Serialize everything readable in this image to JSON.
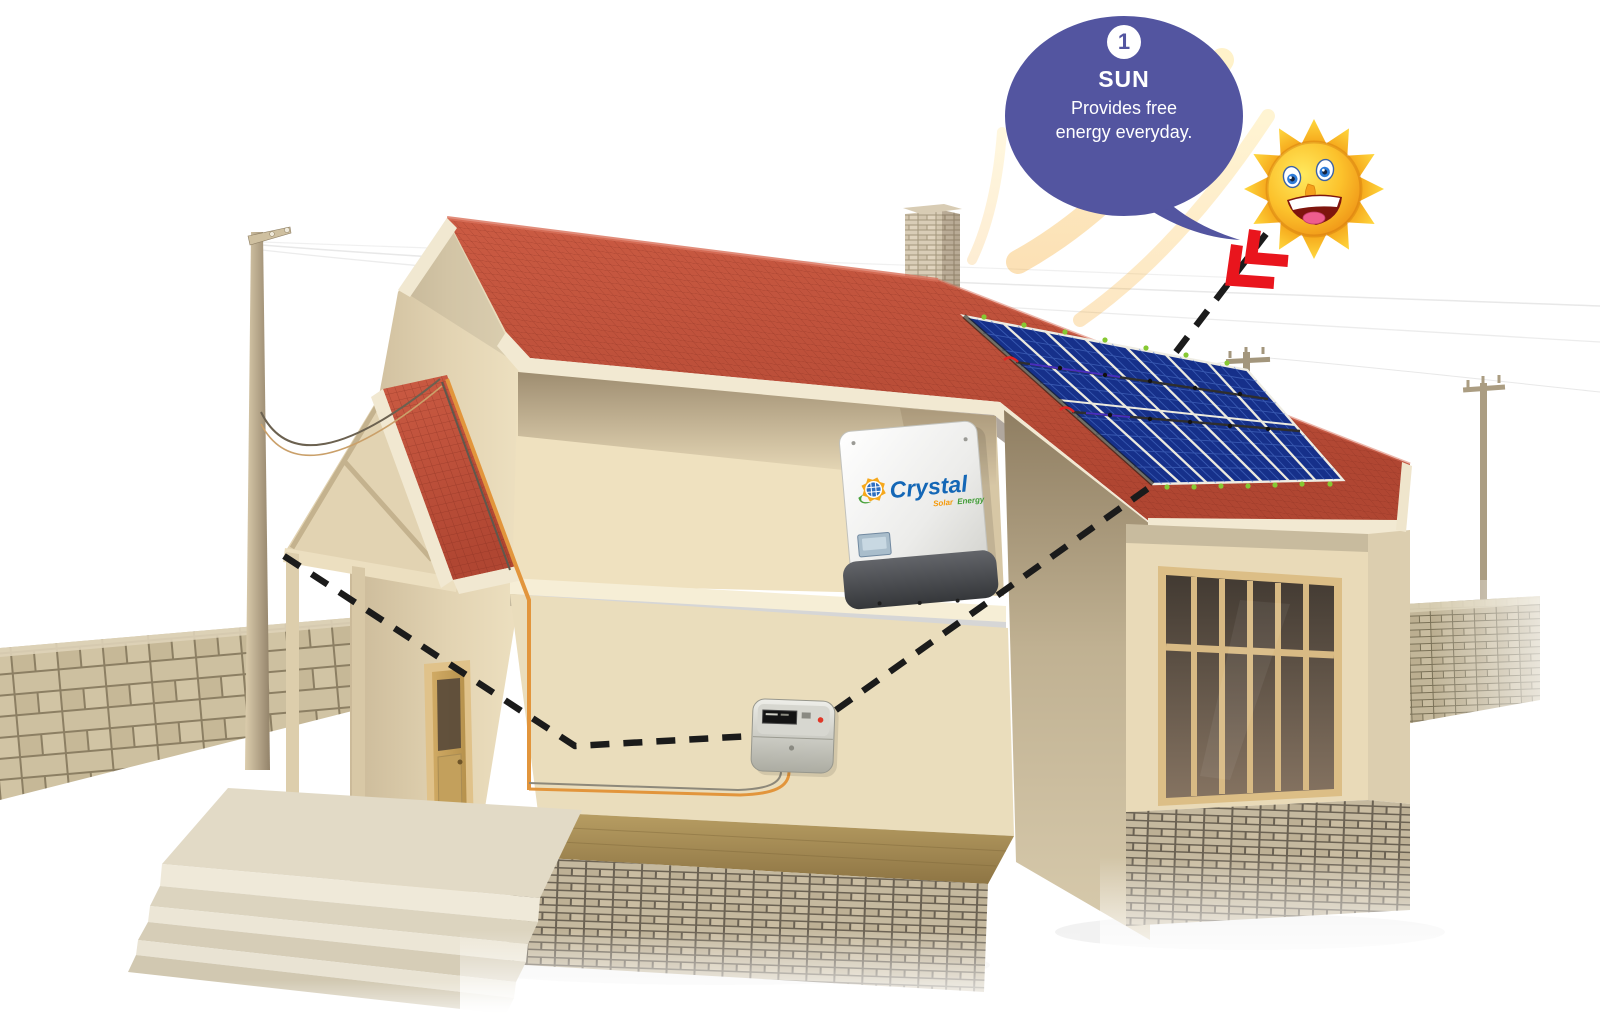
{
  "callout": {
    "step_number": "1",
    "title": "SUN",
    "description": "Provides free energy everyday.",
    "bubble_color": "#5355A0",
    "text_color": "#FFFFFF"
  },
  "inverter": {
    "brand": "Crystal",
    "tagline_solar": "Solar",
    "tagline_energy": "Energy",
    "brand_color": "#1467B6",
    "tagline_solar_color": "#F59A0A",
    "tagline_energy_color": "#3F9C35"
  },
  "colors": {
    "background": "#FFFFFF",
    "roof_tiles": "#BF4F3A",
    "house_wall": "#E9DABA",
    "solar_panel": "#1C3FA0",
    "flow_dash_line": "#1B1B1B",
    "direction_arrow": "#E9151D",
    "sun_body": "#FCC22C",
    "brick_wall": "#C6B897"
  },
  "icons": {
    "sun_character": "smiling-sun-icon",
    "direction_arrow": "double-chevron-down-left-icon",
    "logo_mark": "crystal-logo-sun-leaf-icon"
  },
  "scene_parts": {
    "solar_panels": "rooftop-solar-array",
    "inverter_unit": "wall-mounted-solar-inverter",
    "energy_meter": "wall-mounted-energy-meter",
    "utility_poles": "grid-utility-poles",
    "house": "cutaway-house-illustration"
  }
}
